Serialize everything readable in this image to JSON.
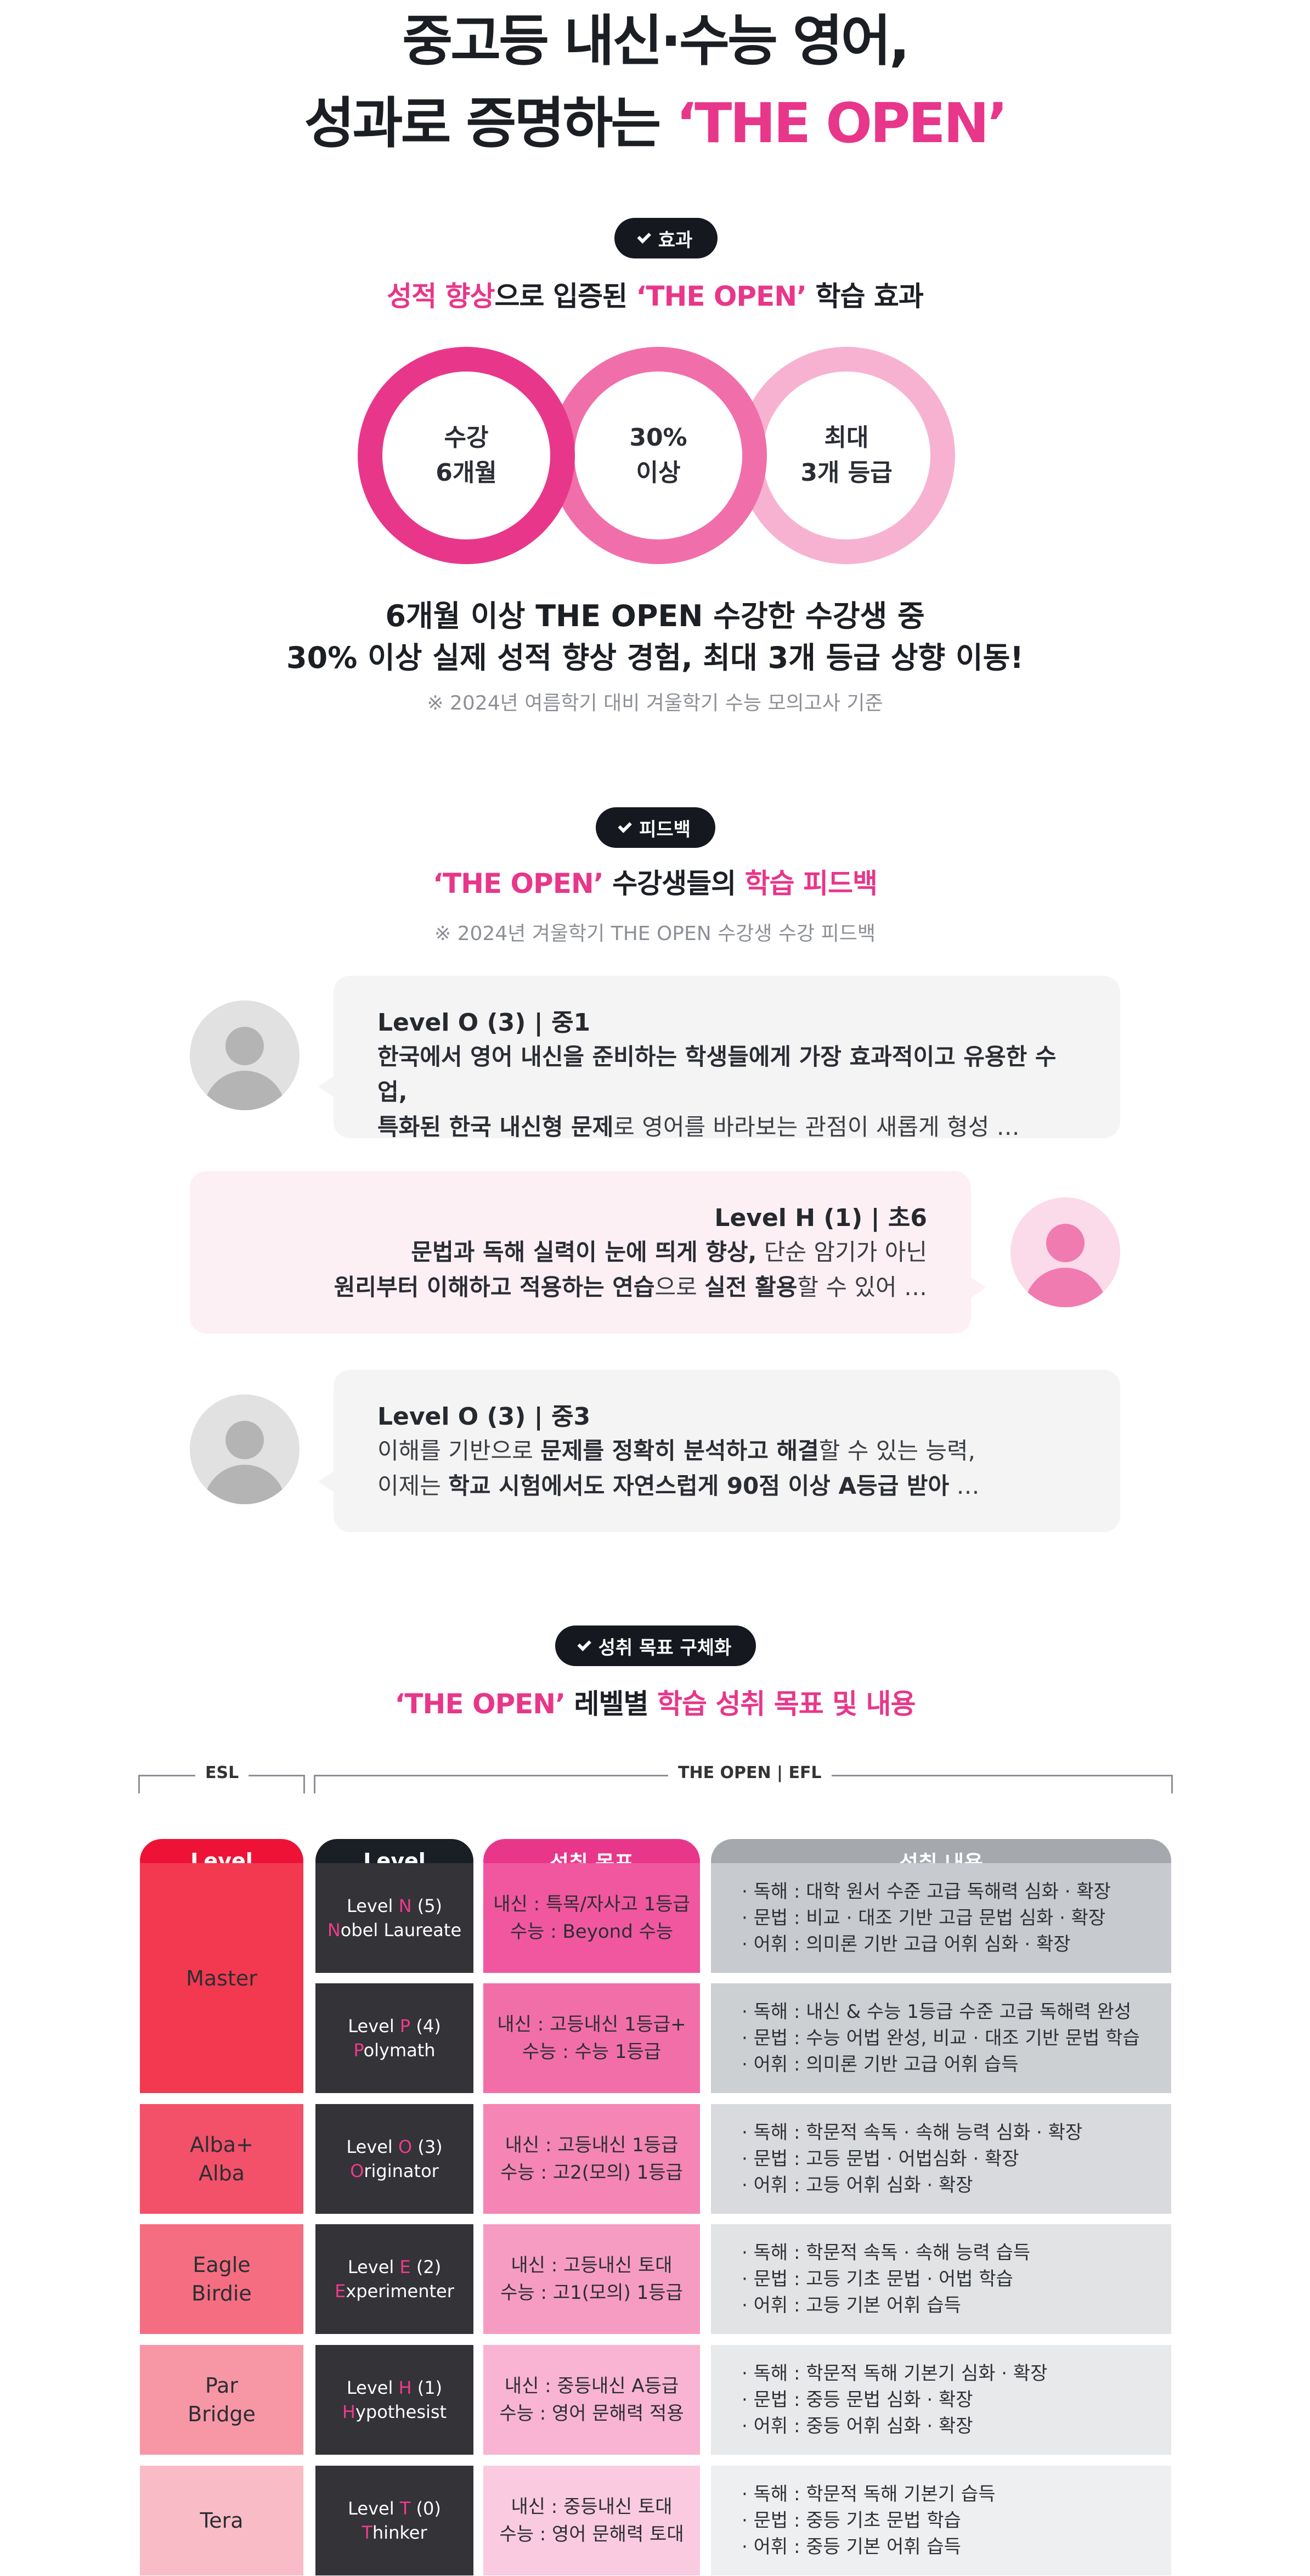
{
  "hero": {
    "line1": "중고등 내신·수능 영어,",
    "line2_prefix": "성과로 증명하는 ",
    "line2_brand": "‘THE OPEN’"
  },
  "effect": {
    "pill": "효과",
    "title_hl": "성적 향상",
    "title_mid": "으로 입증된 ",
    "title_brand": "‘THE OPEN’",
    "title_tail": " 학습 효과",
    "circles": [
      {
        "line1": "수강",
        "line2": "6개월",
        "color": "#e8378a"
      },
      {
        "line1": "30%",
        "line2": "이상",
        "color": "#f06fab"
      },
      {
        "line1": "최대",
        "line2": "3개 등급",
        "color": "#f7b2d2"
      }
    ],
    "summary1": "6개월 이상 THE OPEN 수강한 수강생 중",
    "summary2": "30% 이상 실제 성적 향상 경험, 최대 3개 등급 상향 이동!",
    "note": "※ 2024년 여름학기 대비 겨울학기 수능 모의고사 기준"
  },
  "feedback": {
    "pill": "피드백",
    "title_brand": "‘THE OPEN’",
    "title_mid": " 수강생들의 ",
    "title_hl": "학습 피드백",
    "note": "※ 2024년 겨울학기 THE OPEN 수강생 수강 피드백",
    "items": [
      {
        "who": "Level O (3) | 중1",
        "l1": [
          {
            "t": "한국에서 영어 내신을 준비하는 학생들에게 가장 효과적이고 유용한 수업,",
            "b": true
          }
        ],
        "l2": [
          {
            "t": "특화된 한국 내신형 문제",
            "b": true
          },
          {
            "t": "로 영어를 바라보는 관점이 새롭게 형성 …",
            "b": false
          }
        ]
      },
      {
        "who": "Level H (1) | 초6",
        "l1": [
          {
            "t": "문법과 독해 실력이 눈에 띄게 향상,",
            "b": true
          },
          {
            "t": " 단순 암기가 아닌",
            "b": false
          }
        ],
        "l2": [
          {
            "t": "원리부터 이해하고 적용하는 연습",
            "b": true
          },
          {
            "t": "으로 ",
            "b": false
          },
          {
            "t": "실전 활용",
            "b": true
          },
          {
            "t": "할 수 있어 …",
            "b": false
          }
        ]
      },
      {
        "who": "Level O (3) | 중3",
        "l1": [
          {
            "t": "이해를 기반으로 ",
            "b": false
          },
          {
            "t": "문제를 정확히 분석하고 해결",
            "b": true
          },
          {
            "t": "할 수 있는 능력,",
            "b": false
          }
        ],
        "l2": [
          {
            "t": "이제는 ",
            "b": false
          },
          {
            "t": "학교 시험에서도 자연스럽게 90점 이상 A등급 받아",
            "b": true
          },
          {
            "t": " …",
            "b": false
          }
        ]
      }
    ]
  },
  "goals": {
    "pill": "성취 목표 구체화",
    "title_brand": "‘THE OPEN’",
    "title_mid": " 레벨별 ",
    "title_hl": "학습 성취 목표 및 내용",
    "group_esl": "ESL",
    "group_efl": "THE OPEN | EFL",
    "headers": {
      "esl": "Level",
      "level": "Level",
      "goal": "성취 목표",
      "content": "성취 내용"
    },
    "esl_groups": [
      {
        "lines": [
          "Master"
        ],
        "color": "#f2394f"
      },
      {
        "lines": [
          "Alba+",
          "Alba"
        ],
        "color": "#f35069"
      },
      {
        "lines": [
          "Eagle",
          "Birdie"
        ],
        "color": "#f56d81"
      },
      {
        "lines": [
          "Par",
          "Bridge"
        ],
        "color": "#f796a5"
      },
      {
        "lines": [
          "Tera"
        ],
        "color": "#f9bcc6"
      }
    ],
    "rows": [
      {
        "lv_pre": "Level ",
        "lv_code": "N",
        "lv_num": " (5)",
        "nm_initial": "N",
        "nm_rest": "obel Laureate",
        "goal1": "내신 : 특목/자사고 1등급",
        "goal2": "수능 : Beyond 수능",
        "goal_color": "#f0579e",
        "c1": "· 독해 : 대학 원서 수준 고급 독해력 심화 · 확장",
        "c2": "· 문법 : 비교 · 대조 기반 고급 문법 심화 · 확장",
        "c3": "· 어휘 : 의미론 기반 고급 어휘 심화 · 확장",
        "c_color": "#c7cace"
      },
      {
        "lv_pre": "Level ",
        "lv_code": "P",
        "lv_num": " (4)",
        "nm_initial": "P",
        "nm_rest": "olymath",
        "goal1": "내신 : 고등내신 1등급+",
        "goal2": "수능 : 수능 1등급",
        "goal_color": "#f26ea9",
        "c1": "· 독해 : 내신 & 수능 1등급 수준 고급 독해력 완성",
        "c2": "· 문법 : 수능 어법 완성, 비교 · 대조 기반 문법 학습",
        "c3": "· 어휘 : 의미론 기반 고급 어휘 습득",
        "c_color": "#cdd0d3"
      },
      {
        "lv_pre": "Level ",
        "lv_code": "O",
        "lv_num": " (3)",
        "nm_initial": "O",
        "nm_rest": "riginator",
        "goal1": "내신 : 고등내신 1등급",
        "goal2": "수능 : 고2(모의) 1등급",
        "goal_color": "#f485b5",
        "c1": "· 독해 : 학문적 속독 · 속해 능력 심화 · 확장",
        "c2": "· 문법 : 고등 문법 · 어법심화 · 확장",
        "c3": "· 어휘 : 고등 어휘 심화 · 확장",
        "c_color": "#d8dadd"
      },
      {
        "lv_pre": "Level ",
        "lv_code": "E",
        "lv_num": " (2)",
        "nm_initial": "E",
        "nm_rest": "xperimenter",
        "goal1": "내신 : 고등내신 토대",
        "goal2": "수능 : 고1(모의) 1등급",
        "goal_color": "#f69cc2",
        "c1": "· 독해 : 학문적 속독 · 속해 능력 습득",
        "c2": "· 문법 : 고등 기초 문법 · 어법 학습",
        "c3": "· 어휘 : 고등 기본 어휘 습득",
        "c_color": "#e1e3e5"
      },
      {
        "lv_pre": "Level ",
        "lv_code": "H",
        "lv_num": " (1)",
        "nm_initial": "H",
        "nm_rest": "ypothesist",
        "goal1": "내신 : 중등내신 A등급",
        "goal2": "수능 : 영어 문해력 적용",
        "goal_color": "#f8b4d2",
        "c1": "· 독해 : 학문적 독해 기본기 심화 · 확장",
        "c2": "· 문법 : 중등 문법 심화 · 확장",
        "c3": "· 어휘 : 중등 어휘 심화 · 확장",
        "c_color": "#e8e9eb"
      },
      {
        "lv_pre": "Level ",
        "lv_code": "T",
        "lv_num": " (0)",
        "nm_initial": "T",
        "nm_rest": "hinker",
        "goal1": "내신 : 중등내신 토대",
        "goal2": "수능 : 영어 문해력 토대",
        "goal_color": "#facbe0",
        "c1": "· 독해 : 학문적 독해 기본기 습득",
        "c2": "· 문법 : 중등 기초 문법 학습",
        "c3": "· 어휘 : 중등 기본 어휘 습득",
        "c_color": "#eeeff0"
      }
    ]
  }
}
